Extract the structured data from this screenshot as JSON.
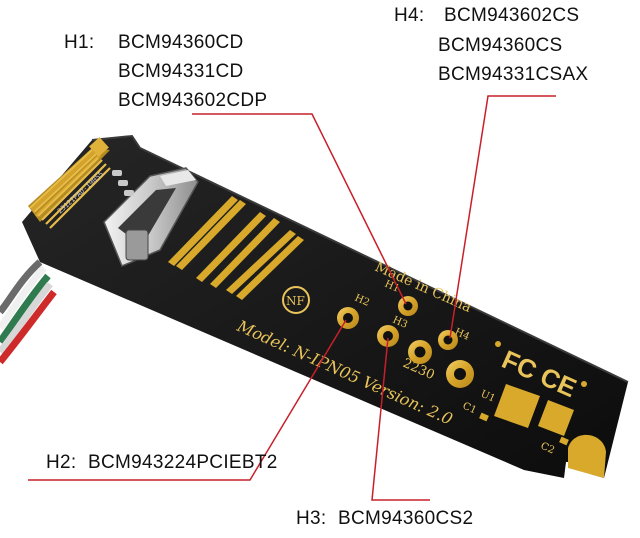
{
  "callouts": {
    "h1": {
      "title": "H1:",
      "chips": [
        "BCM94360CD",
        "BCM94331CD",
        "BCM943602CDP"
      ]
    },
    "h2": {
      "title": "H2:",
      "chips": [
        "BCM943224PCIEBT2"
      ]
    },
    "h3": {
      "title": "H3:",
      "chips": [
        "BCM94360CS2"
      ]
    },
    "h4": {
      "title": "H4:",
      "chips": [
        "BCM943602CS",
        "BCM94360CS",
        "BCM94331CSAX"
      ]
    }
  },
  "board": {
    "made_in": "Made in China",
    "model_line": "Model:  N-IPN05 Version: 2.0",
    "size_mark": "2230",
    "logo": "NF",
    "cert_mark": "FC CE",
    "hole_labels": [
      "H1",
      "H2",
      "H3",
      "H4"
    ],
    "component_labels": [
      "U1",
      "C1",
      "C2"
    ]
  },
  "colors": {
    "pcb": "#141414",
    "gold": "#d9a92c",
    "leader_line": "#c8202a"
  }
}
